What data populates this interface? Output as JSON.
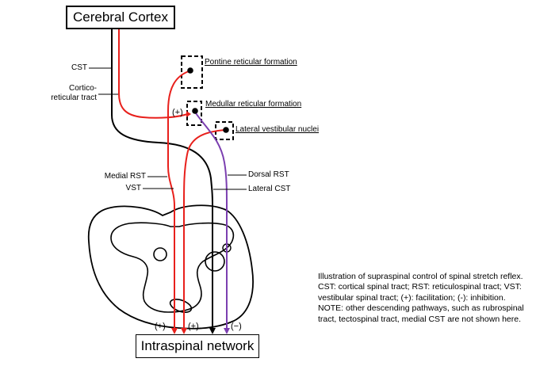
{
  "diagram": {
    "top_box": "Cerebral Cortex",
    "bottom_box": "Intraspinal network",
    "nuclei": {
      "pontine": "Pontine reticular formation",
      "medullar": "Medullar reticular formation",
      "vestibular": "Lateral vestibular nuclei"
    },
    "tract_labels": {
      "cst": "CST",
      "cortico_reticular": "Cortico-\nreticular tract",
      "medial_rst": "Medial RST",
      "vst": "VST",
      "dorsal_rst": "Dorsal RST",
      "lateral_cst": "Lateral CST"
    },
    "signs": {
      "medullar_input": "(+)",
      "out_1": "(+)",
      "out_2": "(+)",
      "out_3": "(−)"
    },
    "colors": {
      "red": "#e8201c",
      "purple": "#7b3fb0",
      "black": "#000000"
    }
  },
  "caption": "Illustration of supraspinal control of spinal stretch reflex. CST: cortical spinal tract; RST: reticulospinal tract; VST: vestibular spinal tract; (+): facilitation; (-): inhibition. NOTE: other descending pathways, such as rubrospinal tract, tectospinal tract, medial CST are not shown here."
}
